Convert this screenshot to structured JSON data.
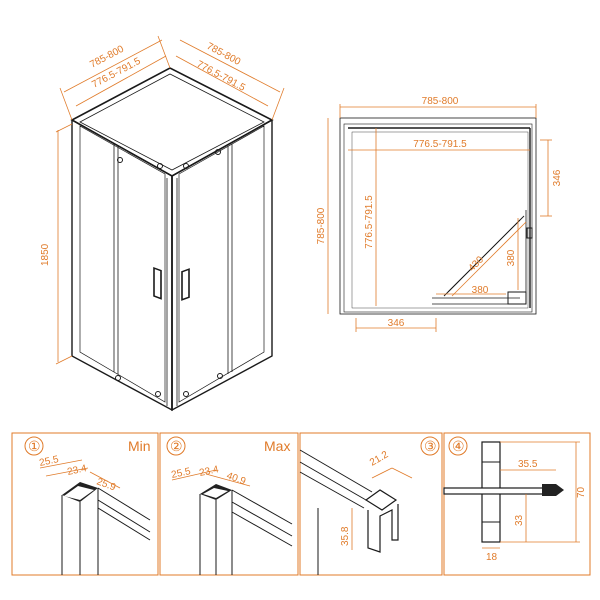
{
  "iso_view": {
    "width_left_outer": "785-800",
    "width_left_inner": "776.5-791.5",
    "width_right_outer": "785-800",
    "width_right_inner": "776.5-791.5",
    "height": "1850"
  },
  "plan_view": {
    "top_outer": "785-800",
    "top_inner": "776.5-791.5",
    "left_outer": "785-800",
    "left_inner": "776.5-791.5",
    "right_small": "346",
    "diag": "430",
    "vert_380": "380",
    "horiz_380": "380",
    "bottom_small": "346"
  },
  "details": [
    {
      "num": "①",
      "tag": "Min",
      "dims": [
        "25.5",
        "23.4",
        "25.9"
      ]
    },
    {
      "num": "②",
      "tag": "Max",
      "dims": [
        "25.5",
        "23.4",
        "40.9"
      ]
    },
    {
      "num": "③",
      "tag": "",
      "dims": [
        "21.2",
        "35.8"
      ]
    },
    {
      "num": "④",
      "tag": "",
      "dims": [
        "35.5",
        "70",
        "33",
        "18"
      ]
    }
  ]
}
